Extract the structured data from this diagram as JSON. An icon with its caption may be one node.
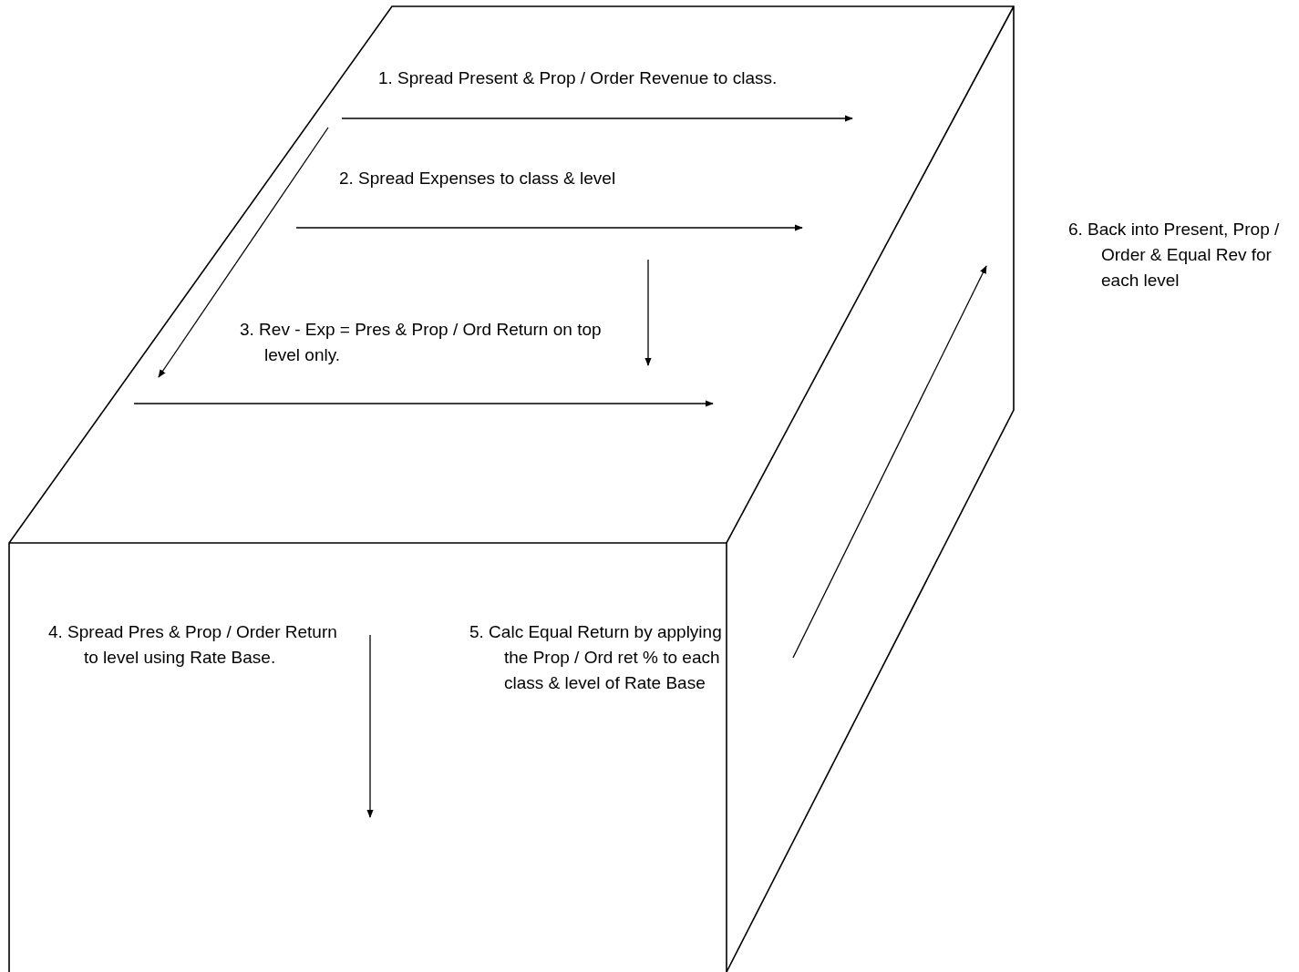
{
  "diagram": {
    "labels": [
      "1.  Spread Present & Prop / Order Revenue to class.",
      "2.  Spread Expenses to class & level",
      "3. Rev - Exp = Pres & Prop / Ord Return on top level only.",
      "4.  Spread Pres & Prop / Order Return to level using Rate Base.",
      "5.  Calc Equal Return by applying the Prop / Ord ret % to each class & level of Rate Base",
      "6.  Back into Present, Prop / Order & Equal Rev for each level"
    ]
  }
}
